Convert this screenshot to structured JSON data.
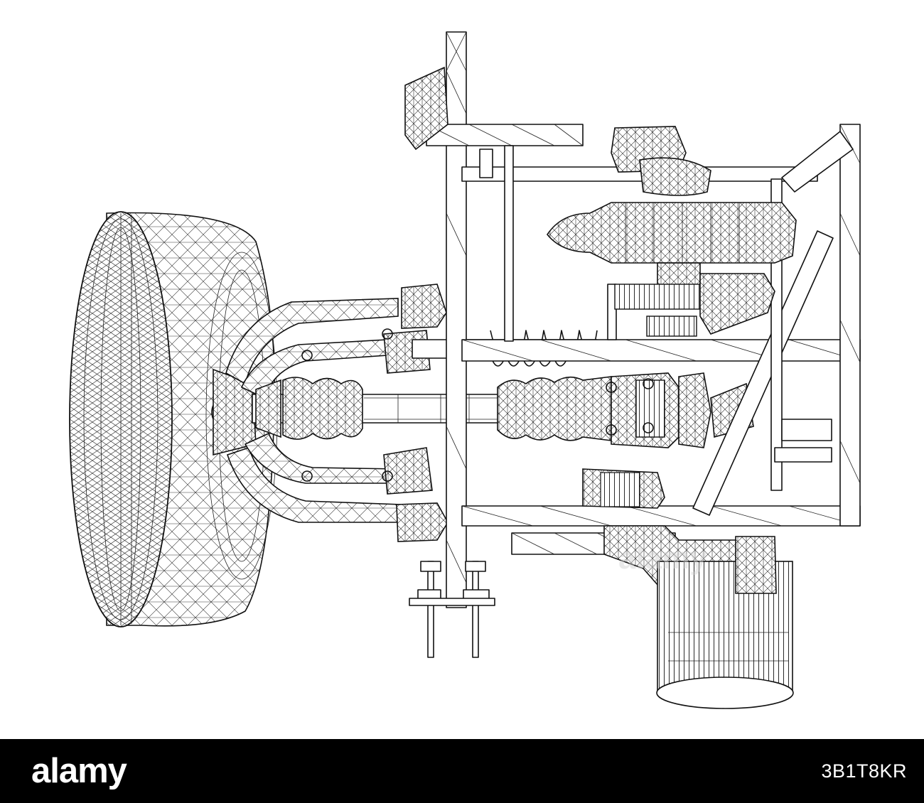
{
  "image": {
    "subject": "wireframe-3d-model-of-car-rear-suspension-and-drivetrain",
    "colors": {
      "background": "#ffffff",
      "lines": "#111111",
      "bar": "#000000",
      "bar_text": "#ffffff"
    }
  },
  "watermark": {
    "text": "alamy"
  },
  "footer": {
    "brand": "alamy",
    "image_id": "3B1T8KR"
  }
}
